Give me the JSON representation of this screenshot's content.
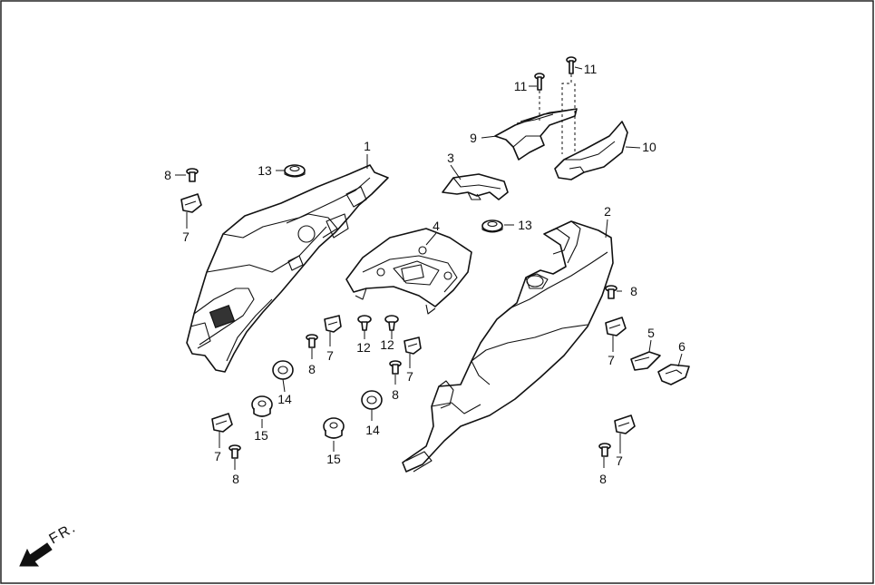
{
  "callouts": {
    "c1": "1",
    "c2": "2",
    "c3": "3",
    "c4": "4",
    "c5": "5",
    "c6": "6",
    "c7a": "7",
    "c7b": "7",
    "c7c": "7",
    "c7d": "7",
    "c7e": "7",
    "c7f": "7",
    "c8a": "8",
    "c8b": "8",
    "c8c": "8",
    "c8d": "8",
    "c8e": "8",
    "c8f": "8",
    "c9": "9",
    "c10": "10",
    "c11a": "11",
    "c11b": "11",
    "c12a": "12",
    "c12b": "12",
    "c13a": "13",
    "c13b": "13",
    "c14a": "14",
    "c14b": "14",
    "c15a": "15",
    "c15b": "15"
  },
  "direction": {
    "label": "FR.",
    "icon": "front-arrow-icon"
  }
}
